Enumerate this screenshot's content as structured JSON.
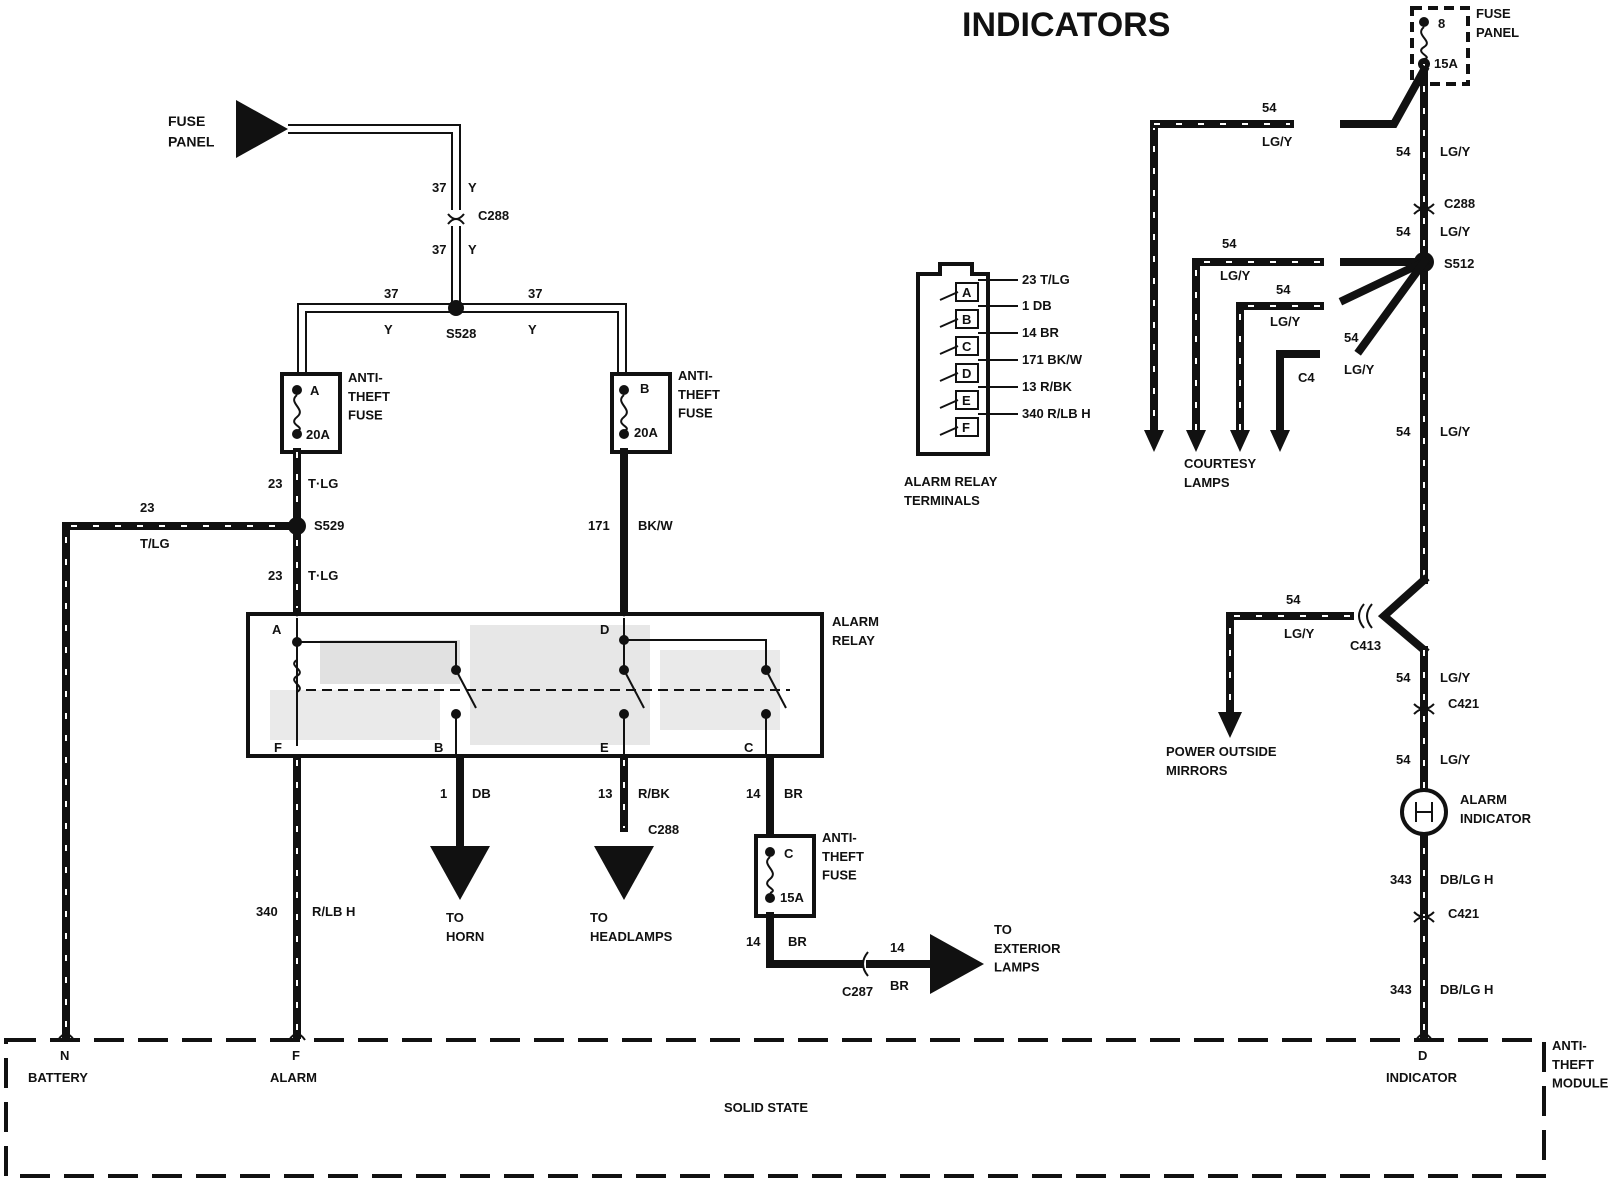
{
  "title": "INDICATORS",
  "fuse_panel_left": "FUSE\nPANEL",
  "fuse_panel_right": "FUSE\nPANEL",
  "fuse_panel_right_slot": "8",
  "fuse_panel_right_rating": "15A",
  "feed": {
    "c288_top": "C288",
    "w37_a": "37",
    "w37_a_color": "Y",
    "w37_b": "37",
    "w37_b_color": "Y",
    "w37_left": "37",
    "w37_left_color": "Y",
    "w37_right": "37",
    "w37_right_color": "Y",
    "splice": "S528"
  },
  "fuses": [
    {
      "letter": "A",
      "rating": "20A",
      "label": "ANTI-\nTHEFT\nFUSE"
    },
    {
      "letter": "B",
      "rating": "20A",
      "label": "ANTI-\nTHEFT\nFUSE"
    },
    {
      "letter": "C",
      "rating": "15A",
      "label": "ANTI-\nTHEFT\nFUSE"
    }
  ],
  "wires": {
    "w23_top": "23",
    "w23_top_color": "T·LG",
    "w23_left": "23",
    "w23_left_color": "T/LG",
    "s529": "S529",
    "w23_bot": "23",
    "w23_bot_color": "T·LG",
    "w171": "171",
    "w171_color": "BK/W",
    "w340": "340",
    "w340_color": "R/LB H",
    "w1": "1",
    "w1_color": "DB",
    "w13": "13",
    "w13_color": "R/BK",
    "c288_mid": "C288",
    "w14_a": "14",
    "w14_a_color": "BR",
    "w14_b": "14",
    "w14_b_color": "BR",
    "w14_c": "14",
    "w14_c_color": "BR",
    "c287": "C287"
  },
  "relay": {
    "label": "ALARM\nRELAY",
    "pins": [
      "A",
      "D",
      "F",
      "B",
      "E",
      "C"
    ]
  },
  "destinations": {
    "horn": "TO\nHORN",
    "headlamps": "TO\nHEADLAMPS",
    "exterior": "TO\nEXTERIOR\nLAMPS"
  },
  "terminals": {
    "caption": "ALARM RELAY\nTERMINALS",
    "rows": [
      {
        "pin": "A",
        "wire": "23 T/LG"
      },
      {
        "pin": "B",
        "wire": "1 DB"
      },
      {
        "pin": "C",
        "wire": "14 BR"
      },
      {
        "pin": "D",
        "wire": "171 BK/W"
      },
      {
        "pin": "E",
        "wire": "13 R/BK"
      },
      {
        "pin": "F",
        "wire": "340 R/LB H"
      }
    ]
  },
  "right": {
    "w54_top": "54",
    "w54_top_color": "LG/Y",
    "w54_1": "54",
    "w54_1_color": "LG/Y",
    "c288": "C288",
    "w54_2": "54",
    "w54_2_color": "LG/Y",
    "s512": "S512",
    "w54_b1": "54",
    "w54_b1_color": "LG/Y",
    "w54_b2": "54",
    "w54_b2_color": "LG/Y",
    "w54_b3": "54",
    "w54_b3_color": "LG/Y",
    "c4_partial": "C4",
    "courtesy": "COURTESY\nLAMPS",
    "w54_3": "54",
    "w54_3_color": "LG/Y",
    "w54_mirror": "54",
    "w54_mirror_color": "LG/Y",
    "c413": "C413",
    "mirrors": "POWER OUTSIDE\nMIRRORS",
    "w54_4": "54",
    "w54_4_color": "LG/Y",
    "c421_a": "C421",
    "w54_5": "54",
    "w54_5_color": "LG/Y",
    "indicator": "ALARM\nINDICATOR",
    "w343_a": "343",
    "w343_a_color": "DB/LG H",
    "c421_b": "C421",
    "w343_b": "343",
    "w343_b_color": "DB/LG H"
  },
  "module": {
    "pin_n": "N",
    "pin_n_name": "BATTERY",
    "pin_f": "F",
    "pin_f_name": "ALARM",
    "pin_d": "D",
    "pin_d_name": "INDICATOR",
    "center": "SOLID STATE",
    "label": "ANTI-\nTHEFT\nMODULE"
  }
}
